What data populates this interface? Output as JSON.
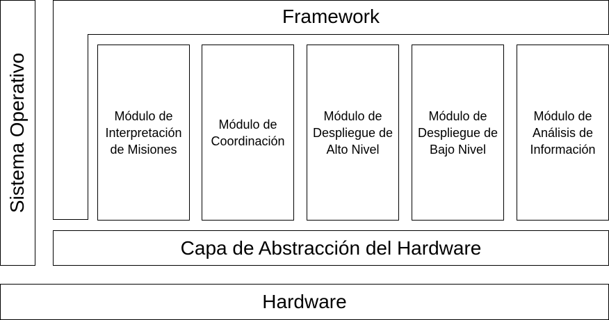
{
  "os": {
    "label": "Sistema Operativo"
  },
  "framework": {
    "label": "Framework"
  },
  "modules": [
    {
      "label": "Módulo de\nInterpretación\nde Misiones"
    },
    {
      "label": "Módulo de\nCoordinación"
    },
    {
      "label": "Módulo de\nDespliegue de\nAlto Nivel"
    },
    {
      "label": "Módulo de\nDespliegue de\nBajo Nivel"
    },
    {
      "label": "Módulo de\nAnálisis de\nInformación"
    }
  ],
  "hal": {
    "label": "Capa de Abstracción del Hardware"
  },
  "hardware": {
    "label": "Hardware"
  }
}
